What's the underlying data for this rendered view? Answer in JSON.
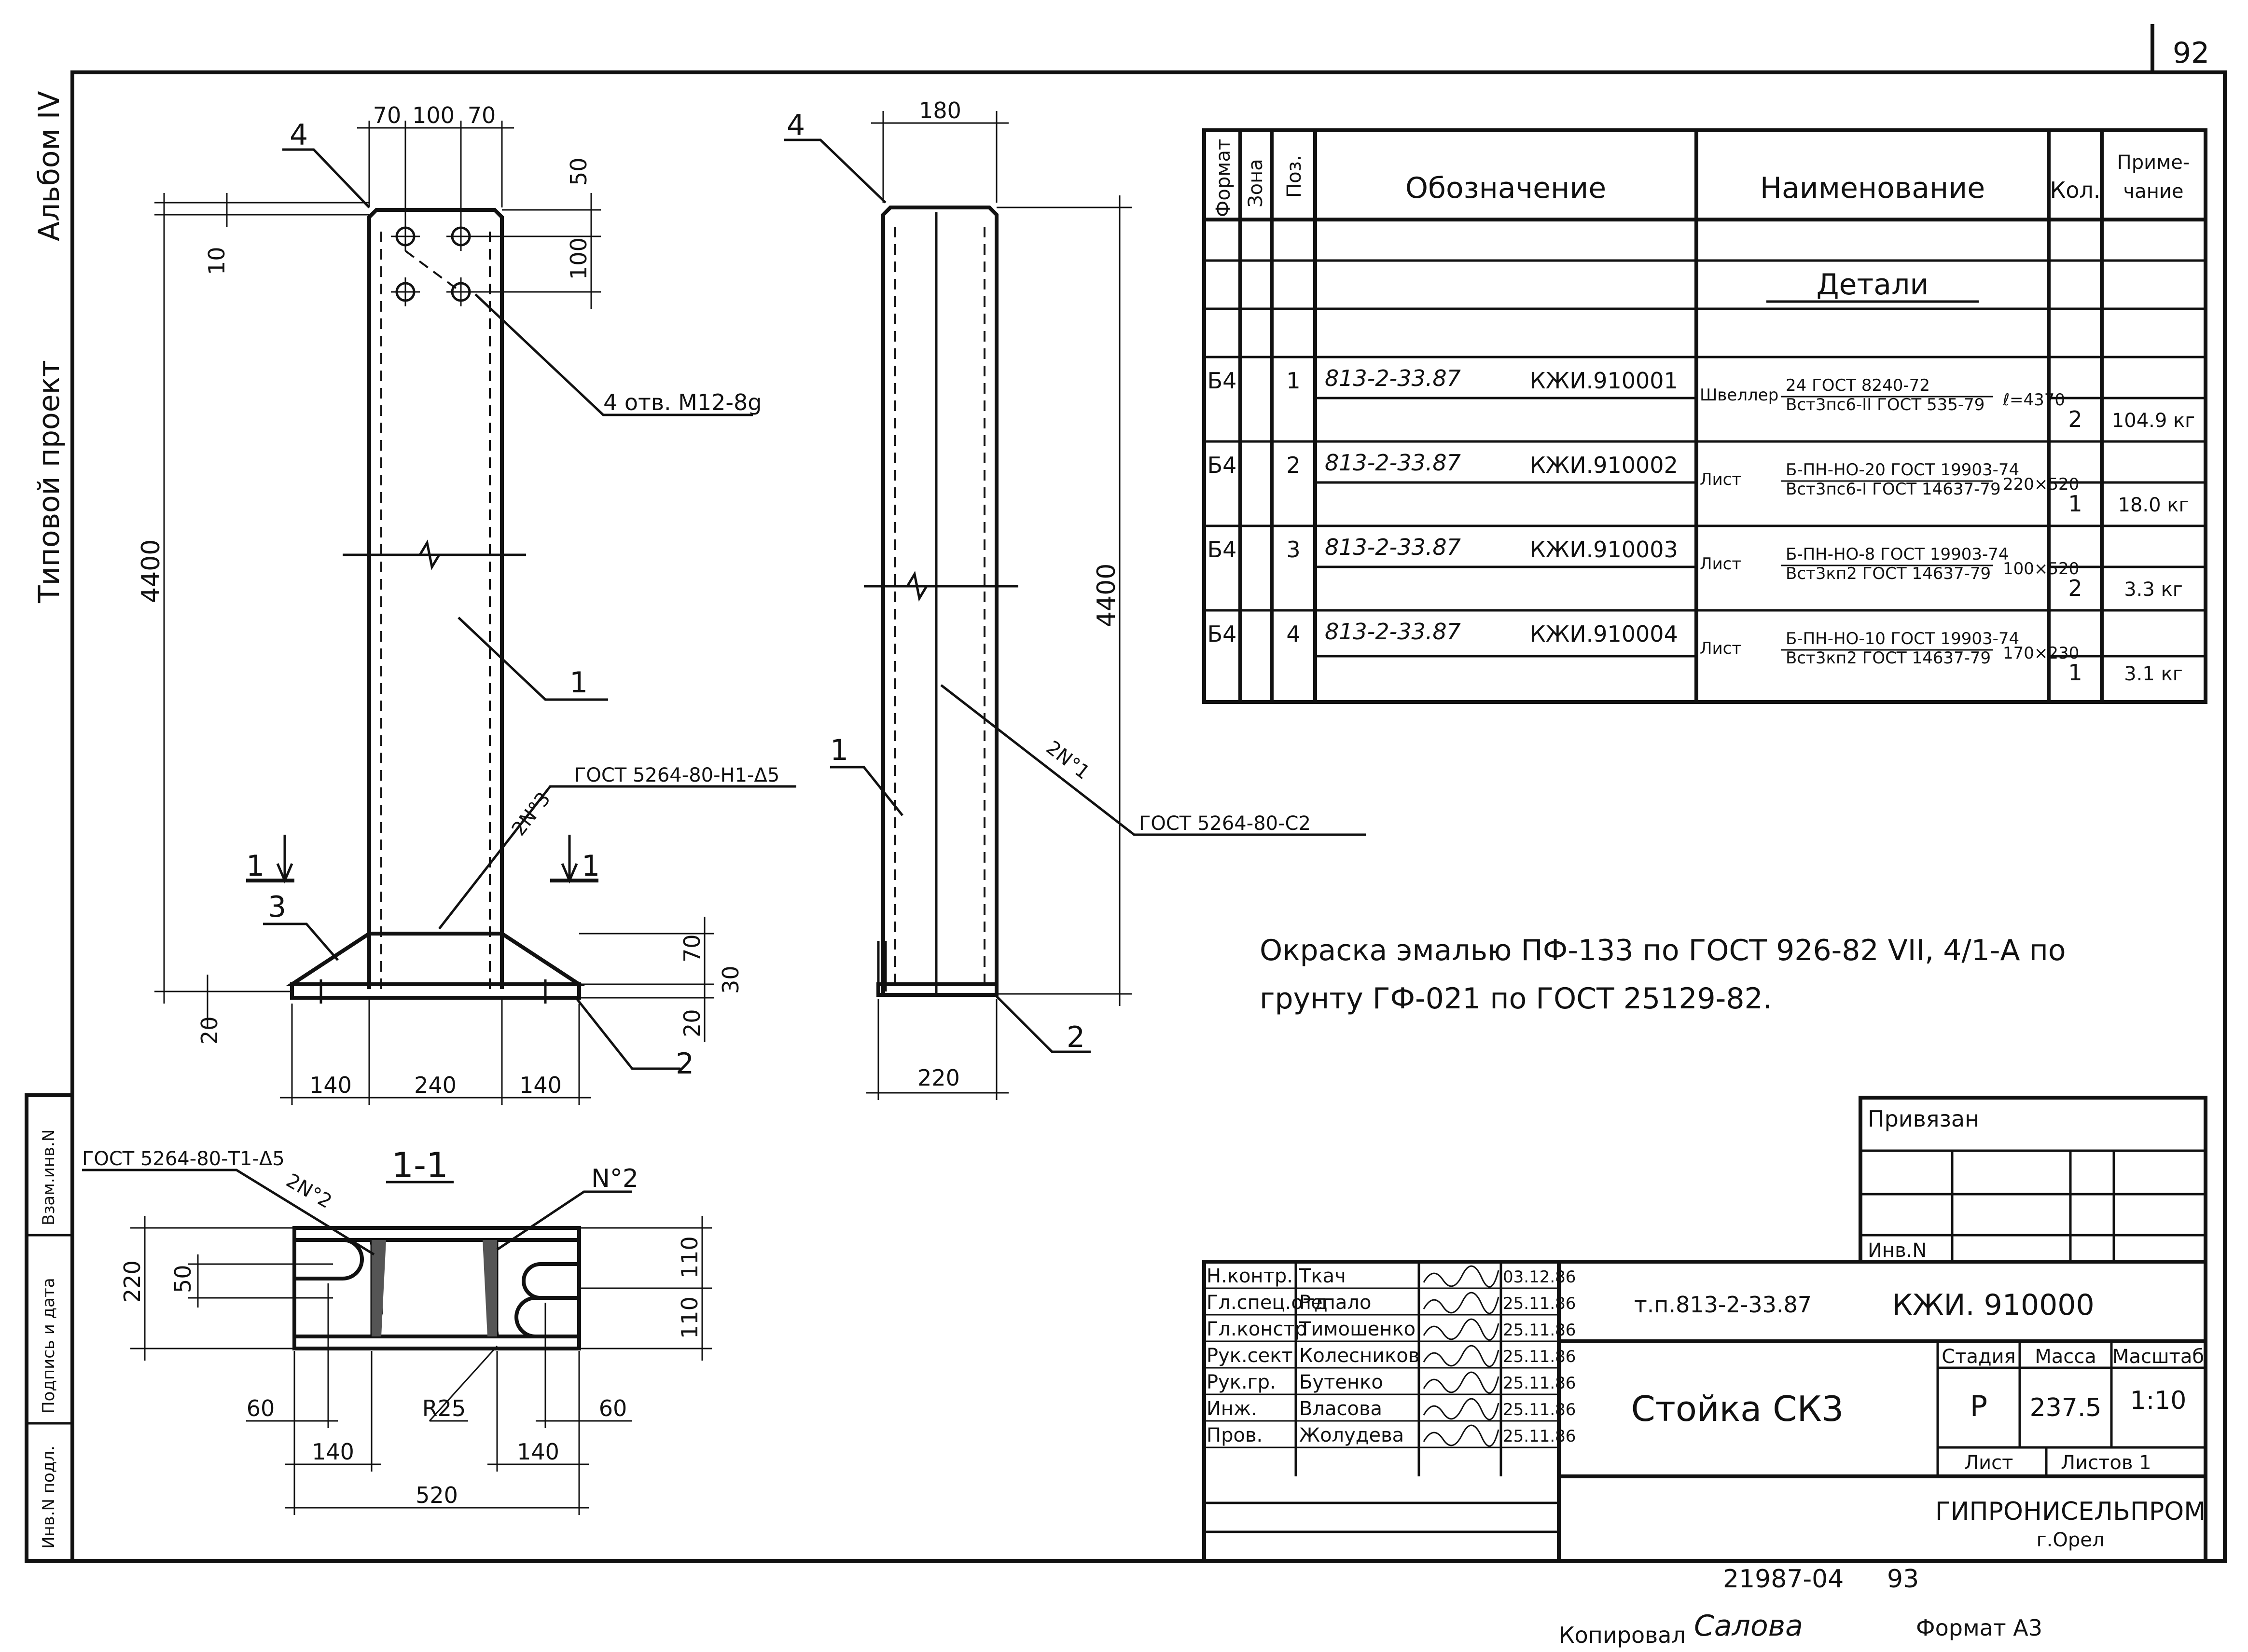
{
  "sheet_no": "92",
  "side": {
    "album": "Альбом IV",
    "project": "Типовой проект",
    "stamp_labels": [
      "Взам.инв.N",
      "Подпись и дата",
      "Инв.N подл."
    ]
  },
  "front_view": {
    "dims": [
      "70",
      "100",
      "70",
      "50",
      "10",
      "100",
      "4400",
      "20",
      "70",
      "30",
      "20",
      "140",
      "240",
      "140"
    ],
    "holes_note": "4 отв. М12-8g",
    "weld_top": "ГОСТ 5264-80-Н1-Δ5",
    "weld_mark": "2N°3",
    "section_marks": [
      "1",
      "1"
    ],
    "callouts": [
      "4",
      "1",
      "3",
      "2"
    ]
  },
  "side_view": {
    "dims": [
      "180",
      "4400",
      "220"
    ],
    "weld_mark": "2N°1",
    "weld_note": "ГОСТ 5264-80-С2",
    "callouts": [
      "4",
      "1",
      "2"
    ]
  },
  "section": {
    "title": "1-1",
    "weld_note": "ГОСТ 5264-80-Т1-Δ5",
    "weld_mark": "2N°2",
    "no2": "N°2",
    "dims": [
      "220",
      "50",
      "110",
      "110",
      "60",
      "R25",
      "60",
      "140",
      "140",
      "520"
    ]
  },
  "spec": {
    "headers": [
      "Формат",
      "Зона",
      "Поз.",
      "Обозначение",
      "Наименование",
      "Кол.",
      "Приме-\nчание"
    ],
    "section_title": "Детали",
    "rows": [
      {
        "format": "Б4",
        "pos": "1",
        "doc1": "813-2-33.87",
        "doc2": "КЖИ.910001",
        "name_prefix": "Швеллер",
        "name_top": "24 ГОСТ 8240-72",
        "name_bottom": "Вст3пс6-II ГОСТ 535-79",
        "size": "ℓ=4370",
        "qty": "2",
        "note": "104.9 кг"
      },
      {
        "format": "Б4",
        "pos": "2",
        "doc1": "813-2-33.87",
        "doc2": "КЖИ.910002",
        "name_prefix": "Лист",
        "name_top": "Б-ПН-НО-20 ГОСТ 19903-74",
        "name_bottom": "Вст3пс6-I ГОСТ 14637-79",
        "size": "220×520",
        "qty": "1",
        "note": "18.0 кг"
      },
      {
        "format": "Б4",
        "pos": "3",
        "doc1": "813-2-33.87",
        "doc2": "КЖИ.910003",
        "name_prefix": "Лист",
        "name_top": "Б-ПН-НО-8 ГОСТ 19903-74",
        "name_bottom": "Вст3кп2 ГОСТ 14637-79",
        "size": "100×520",
        "qty": "2",
        "note": "3.3 кг"
      },
      {
        "format": "Б4",
        "pos": "4",
        "doc1": "813-2-33.87",
        "doc2": "КЖИ.910004",
        "name_prefix": "Лист",
        "name_top": "Б-ПН-НО-10 ГОСТ 19903-74",
        "name_bottom": "Вст3кп2 ГОСТ 14637-79",
        "size": "170×230",
        "qty": "1",
        "note": "3.1 кг"
      }
    ]
  },
  "paint_note": {
    "line1": "Окраска эмалью ПФ-133 по ГОСТ 926-82 VII, 4/1-А по",
    "line2": "грунту ГФ-021 по ГОСТ 25129-82."
  },
  "binding": {
    "label": "Привязан",
    "inv": "Инв.N"
  },
  "title_block": {
    "roles": [
      "Н.контр.",
      "Гл.спец.отд",
      "Гл.констр",
      "Рук.сект.",
      "Рук.гр.",
      "Инж.",
      "Пров."
    ],
    "names": [
      "Ткач",
      "Репало",
      "Тимошенко",
      "Колесников",
      "Бутенко",
      "Власова",
      "Жолудева"
    ],
    "dates": [
      "03.12.86",
      "25.11.86",
      "25.11.86",
      "25.11.86",
      "25.11.86",
      "25.11.86",
      "25.11.86"
    ],
    "code_prefix": "т.п.813-2-33.87",
    "code": "КЖИ. 910000",
    "title": "Стойка СК3",
    "stage_h": "Стадия",
    "mass_h": "Масса",
    "scale_h": "Масштаб",
    "stage": "Р",
    "mass": "237.5",
    "scale": "1:10",
    "sheet_h": "Лист",
    "sheets_h": "Листов 1",
    "org": "ГИПРОНИСЕЛЬПРОМ",
    "city": "г.Орел"
  },
  "footer": {
    "archive": "21987-04",
    "page": "93",
    "copied_label": "Копировал",
    "copied_by": "Салова",
    "format": "Формат А3"
  }
}
